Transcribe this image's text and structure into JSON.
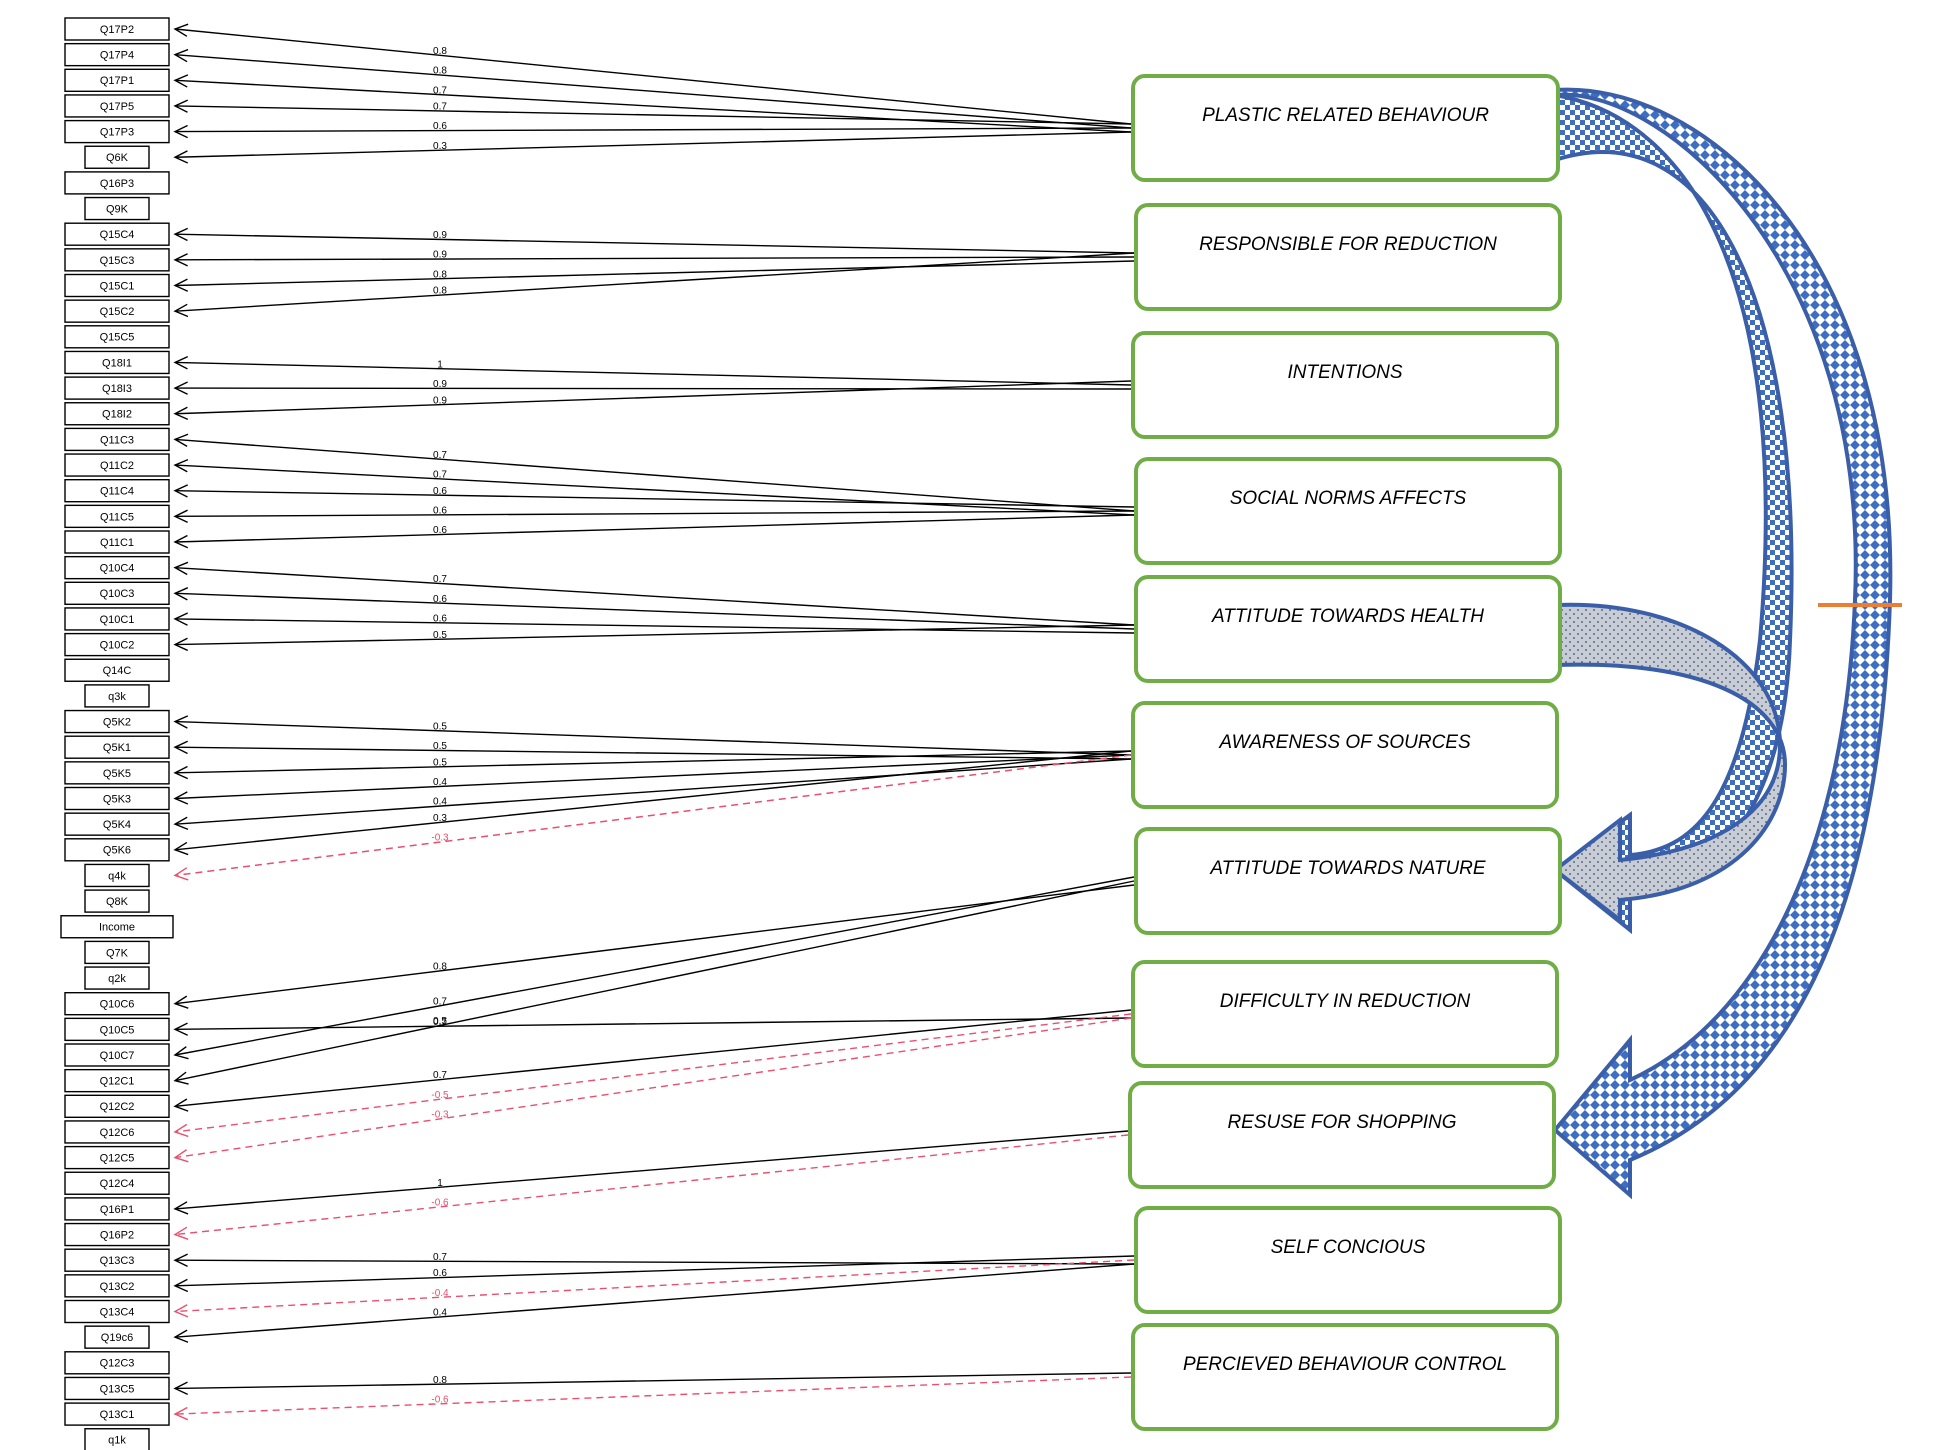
{
  "colors": {
    "factor_border": "#70ad47",
    "positive_edge": "#000000",
    "negative_edge": "#e8506e",
    "arrow_outline": "#3a5fa8",
    "arrow_pattern_blue": "#3d6ec2",
    "arrow_pattern_grey": "#c8ccd4",
    "marker": "#ed7d31"
  },
  "factors": [
    {
      "id": "PRB",
      "label": "PLASTIC RELATED BEHAVIOUR"
    },
    {
      "id": "RFR",
      "label": "RESPONSIBLE FOR REDUCTION"
    },
    {
      "id": "INT",
      "label": "INTENTIONS"
    },
    {
      "id": "SNA",
      "label": "SOCIAL NORMS AFFECTS"
    },
    {
      "id": "ATH",
      "label": "ATTITUDE TOWARDS HEALTH"
    },
    {
      "id": "AOS",
      "label": "AWARENESS OF SOURCES"
    },
    {
      "id": "ATN",
      "label": "ATTITUDE TOWARDS NATURE"
    },
    {
      "id": "DIR",
      "label": "DIFFICULTY IN REDUCTION"
    },
    {
      "id": "RFS",
      "label": "RESUSE FOR SHOPPING"
    },
    {
      "id": "SC",
      "label": "SELF CONCIOUS"
    },
    {
      "id": "PBC",
      "label": "PERCIEVED BEHAVIOUR CONTROL"
    }
  ],
  "items": [
    "Q17P2",
    "Q17P4",
    "Q17P1",
    "Q17P5",
    "Q17P3",
    "Q6K",
    "Q16P3",
    "Q9K",
    "Q15C4",
    "Q15C3",
    "Q15C1",
    "Q15C2",
    "Q15C5",
    "Q18I1",
    "Q18I3",
    "Q18I2",
    "Q11C3",
    "Q11C2",
    "Q11C4",
    "Q11C5",
    "Q11C1",
    "Q10C4",
    "Q10C3",
    "Q10C1",
    "Q10C2",
    "Q14C",
    "q3k",
    "Q5K2",
    "Q5K1",
    "Q5K5",
    "Q5K3",
    "Q5K4",
    "Q5K6",
    "q4k",
    "Q8K",
    "Income",
    "Q7K",
    "q2k",
    "Q10C6",
    "Q10C5",
    "Q10C7",
    "Q12C1",
    "Q12C2",
    "Q12C6",
    "Q12C5",
    "Q12C4",
    "Q16P1",
    "Q16P2",
    "Q13C3",
    "Q13C2",
    "Q13C4",
    "Q19c6",
    "Q12C3",
    "Q13C5",
    "Q13C1",
    "q1k"
  ],
  "loadings": [
    {
      "factor": "PRB",
      "item": "Q17P2",
      "value": "0.8"
    },
    {
      "factor": "PRB",
      "item": "Q17P4",
      "value": "0.8"
    },
    {
      "factor": "PRB",
      "item": "Q17P1",
      "value": "0.7"
    },
    {
      "factor": "PRB",
      "item": "Q17P5",
      "value": "0.7"
    },
    {
      "factor": "PRB",
      "item": "Q17P3",
      "value": "0.6"
    },
    {
      "factor": "PRB",
      "item": "Q6K",
      "value": "0.3"
    },
    {
      "factor": "RFR",
      "item": "Q15C4",
      "value": "0.9"
    },
    {
      "factor": "RFR",
      "item": "Q15C3",
      "value": "0.9"
    },
    {
      "factor": "RFR",
      "item": "Q15C1",
      "value": "0.8"
    },
    {
      "factor": "RFR",
      "item": "Q15C2",
      "value": "0.8"
    },
    {
      "factor": "INT",
      "item": "Q18I1",
      "value": "1"
    },
    {
      "factor": "INT",
      "item": "Q18I3",
      "value": "0.9"
    },
    {
      "factor": "INT",
      "item": "Q18I2",
      "value": "0.9"
    },
    {
      "factor": "SNA",
      "item": "Q11C3",
      "value": "0.7"
    },
    {
      "factor": "SNA",
      "item": "Q11C2",
      "value": "0.7"
    },
    {
      "factor": "SNA",
      "item": "Q11C4",
      "value": "0.6"
    },
    {
      "factor": "SNA",
      "item": "Q11C5",
      "value": "0.6"
    },
    {
      "factor": "SNA",
      "item": "Q11C1",
      "value": "0.6"
    },
    {
      "factor": "ATH",
      "item": "Q10C4",
      "value": "0.7"
    },
    {
      "factor": "ATH",
      "item": "Q10C3",
      "value": "0.6"
    },
    {
      "factor": "ATH",
      "item": "Q10C1",
      "value": "0.6"
    },
    {
      "factor": "ATH",
      "item": "Q10C2",
      "value": "0.5"
    },
    {
      "factor": "AOS",
      "item": "Q5K2",
      "value": "0.5"
    },
    {
      "factor": "AOS",
      "item": "Q5K1",
      "value": "0.5"
    },
    {
      "factor": "AOS",
      "item": "Q5K5",
      "value": "0.5"
    },
    {
      "factor": "AOS",
      "item": "Q5K3",
      "value": "0.4"
    },
    {
      "factor": "AOS",
      "item": "Q5K4",
      "value": "0.4"
    },
    {
      "factor": "AOS",
      "item": "Q5K6",
      "value": "0.3"
    },
    {
      "factor": "AOS",
      "item": "q4k",
      "value": "-0.3",
      "negative": true
    },
    {
      "factor": "ATN",
      "item": "Q10C6",
      "value": "0.8"
    },
    {
      "factor": "ATN",
      "item": "Q10C7",
      "value": "0.7"
    },
    {
      "factor": "ATN",
      "item": "Q12C1",
      "value": "0.5"
    },
    {
      "factor": "DIR",
      "item": "Q10C5",
      "value": "0.7"
    },
    {
      "factor": "DIR",
      "item": "Q12C2",
      "value": "0.7"
    },
    {
      "factor": "DIR",
      "item": "Q12C6",
      "value": "-0.5",
      "negative": true
    },
    {
      "factor": "DIR",
      "item": "Q12C5",
      "value": "-0.3",
      "negative": true
    },
    {
      "factor": "RFS",
      "item": "Q16P1",
      "value": "1"
    },
    {
      "factor": "RFS",
      "item": "Q16P2",
      "value": "-0.6",
      "negative": true
    },
    {
      "factor": "SC",
      "item": "Q13C3",
      "value": "0.7"
    },
    {
      "factor": "SC",
      "item": "Q13C2",
      "value": "0.6"
    },
    {
      "factor": "SC",
      "item": "Q13C4",
      "value": "-0.4",
      "negative": true
    },
    {
      "factor": "SC",
      "item": "Q19c6",
      "value": "0.4"
    },
    {
      "factor": "PBC",
      "item": "Q13C5",
      "value": "0.8"
    },
    {
      "factor": "PBC",
      "item": "Q13C1",
      "value": "-0.6",
      "negative": true
    }
  ],
  "relations": [
    {
      "from": "PRB",
      "to": "ATN",
      "pattern": "checker-blue"
    },
    {
      "from": "PRB",
      "to": "RFS",
      "pattern": "diamond-blue"
    },
    {
      "from": "ATH",
      "to": "ATN",
      "pattern": "dots-grey"
    }
  ]
}
